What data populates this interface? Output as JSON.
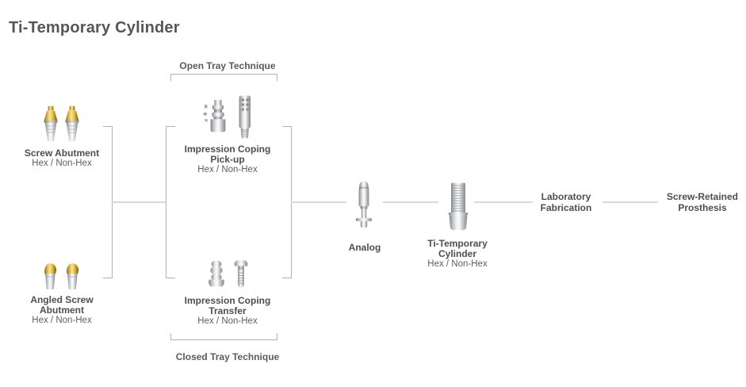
{
  "title": "Ti-Temporary Cylinder",
  "colors": {
    "title_text": "#55565a",
    "label_text": "#4d4e50",
    "subtitle_text": "#5d5e61",
    "bracket_line": "#b0b2b4",
    "connector_line": "#d9dadb",
    "gold_accent": "#e3b93f",
    "silver_accent": "#c7c9cb"
  },
  "techniques": {
    "open_tray": "Open Tray Technique",
    "closed_tray": "Closed Tray Technique"
  },
  "nodes": {
    "screw_abutment": {
      "title": "Screw Abutment",
      "subtitle": "Hex / Non-Hex"
    },
    "angled_screw_abutment": {
      "title_line1": "Angled Screw",
      "title_line2": "Abutment",
      "subtitle": "Hex / Non-Hex"
    },
    "impression_coping_pickup": {
      "title_line1": "Impression Coping",
      "title_line2": "Pick-up",
      "subtitle": "Hex / Non-Hex"
    },
    "impression_coping_transfer": {
      "title_line1": "Impression Coping",
      "title_line2": "Transfer",
      "subtitle": "Hex / Non-Hex"
    },
    "analog": {
      "title": "Analog"
    },
    "ti_temporary_cylinder": {
      "title_line1": "Ti-Temporary",
      "title_line2": "Cylinder",
      "subtitle": "Hex / Non-Hex"
    },
    "laboratory_fabrication": {
      "title_line1": "Laboratory",
      "title_line2": "Fabrication"
    },
    "screw_retained_prosthesis": {
      "title_line1": "Screw-Retained",
      "title_line2": "Prosthesis"
    }
  }
}
